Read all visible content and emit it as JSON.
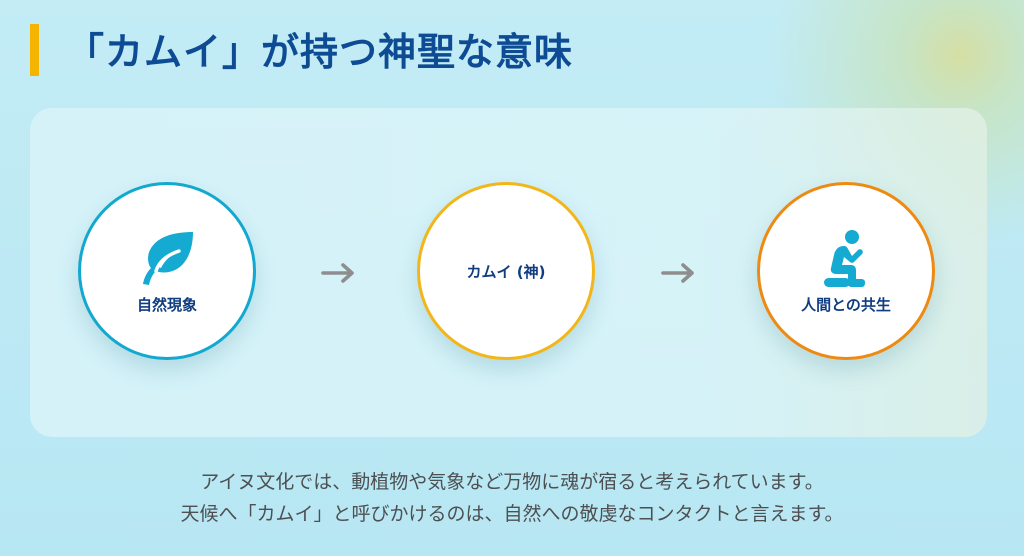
{
  "header": {
    "title": "「カムイ」が持つ神聖な意味",
    "accent_color": "#f5b400",
    "title_color": "#0d4b94"
  },
  "diagram": {
    "nodes": [
      {
        "label": "自然現象",
        "icon": "leaf-icon",
        "border_color": "#13a8cf"
      },
      {
        "label": "カムイ (神)",
        "icon": null,
        "border_color": "#f3b619"
      },
      {
        "label": "人間との共生",
        "icon": "praying-person-icon",
        "border_color": "#ee8a12"
      }
    ],
    "connectors": [
      {
        "icon": "arrow-right-icon"
      },
      {
        "icon": "arrow-right-icon"
      }
    ],
    "icon_color": "#14aad2"
  },
  "description": {
    "lines": [
      "アイヌ文化では、動植物や気象など万物に魂が宿ると考えられています。",
      "天候へ「カムイ」と呼びかけるのは、自然への敬虔なコンタクトと言えます。"
    ]
  }
}
